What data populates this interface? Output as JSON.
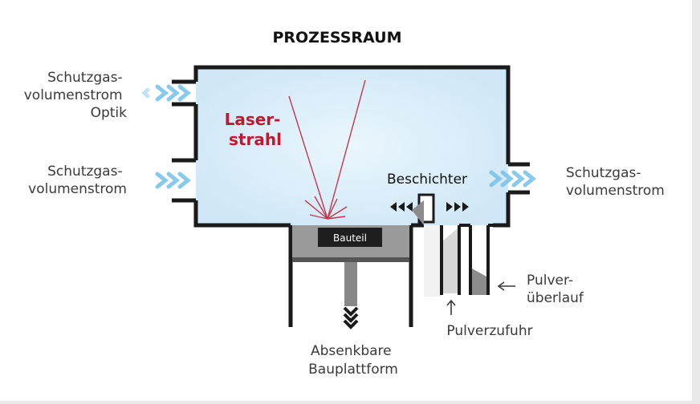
{
  "diagram": {
    "title": "PROZESSRAUM",
    "labels": {
      "gas_optics": [
        "Schutzgas-",
        "volumenstrom",
        "Optik"
      ],
      "gas_left": [
        "Schutzgas-",
        "volumenstrom"
      ],
      "gas_right": [
        "Schutzgas-",
        "volumenstrom"
      ],
      "laser": [
        "Laser-",
        "strahl"
      ],
      "recoater": "Beschichter",
      "part": "Bauteil",
      "overflow": [
        "Pulver-",
        "überlauf"
      ],
      "feed": "Pulverzufuhr",
      "platform": [
        "Absenkbare",
        "Bauplattform"
      ]
    },
    "colors": {
      "chamber_fill": "#dff0fa",
      "wall": "#1a1a1a",
      "laser": "#c0182c",
      "gas_flow": "#7cc4ea",
      "powder": "#8c8c8c",
      "background": "#ffffff"
    }
  }
}
